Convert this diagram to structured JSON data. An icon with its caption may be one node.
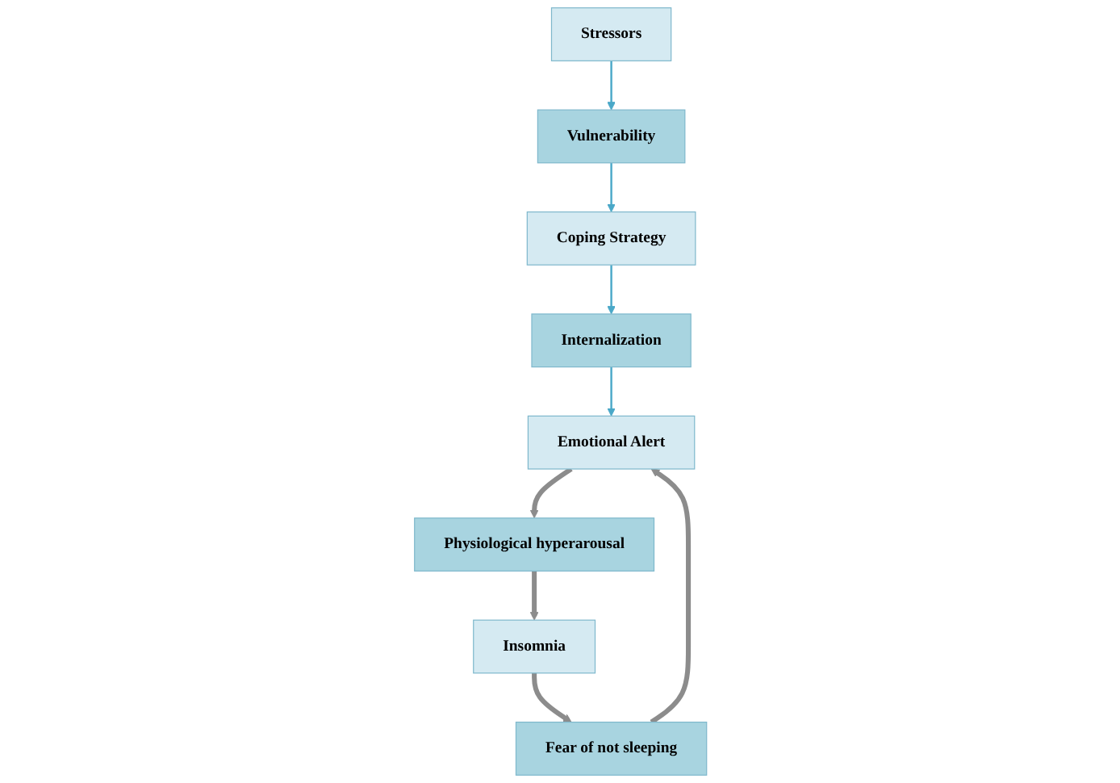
{
  "diagram": {
    "nodes": [
      {
        "text": [
          "Stressors"
        ]
      },
      {
        "text": [
          "Vulnerability"
        ]
      },
      {
        "text": [
          "Coping Strategy"
        ]
      },
      {
        "text": [
          "Internalization"
        ]
      },
      {
        "text": [
          "Emotional Alert"
        ]
      },
      {
        "text": [
          "Fear of not sleeping"
        ]
      },
      {
        "text": [
          "Physiological hyperarousal"
        ]
      },
      {
        "text": [
          "Insomnia"
        ]
      }
    ],
    "edges": [
      {
        "from": 0,
        "to": 1,
        "arrow": "to",
        "color": "#4aa8c8"
      },
      {
        "from": 1,
        "to": 2,
        "arrow": "to",
        "color": "#4aa8c8"
      },
      {
        "from": 2,
        "to": 3,
        "arrow": "to",
        "color": "#4aa8c8"
      },
      {
        "from": 3,
        "to": 4,
        "arrow": "to",
        "color": "#4aa8c8"
      },
      {
        "from": 4,
        "to": 6,
        "arrow": "to",
        "style": "thick",
        "color": "#8c8c8c"
      },
      {
        "from": 6,
        "to": 7,
        "arrow": "to",
        "style": "thick",
        "color": "#8c8c8c"
      },
      {
        "from": 7,
        "to": 5,
        "arrow": "to",
        "style": "thick",
        "color": "#8c8c8c"
      },
      {
        "from": 5,
        "to": 4,
        "arrow": "to",
        "style": "thick",
        "color": "#8c8c8c"
      }
    ]
  }
}
